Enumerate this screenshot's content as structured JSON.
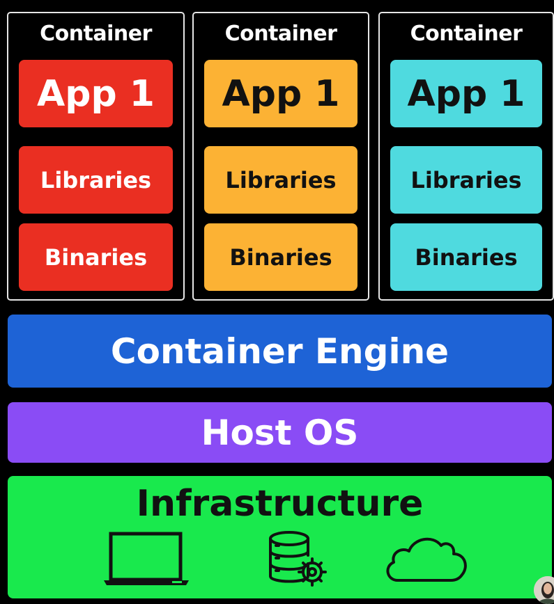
{
  "containers": [
    {
      "title": "Container",
      "app": "App 1",
      "libraries": "Libraries",
      "binaries": "Binaries",
      "color": "#ea2f22",
      "text_color": "#ffffff"
    },
    {
      "title": "Container",
      "app": "App 1",
      "libraries": "Libraries",
      "binaries": "Binaries",
      "color": "#fcb234",
      "text_color": "#111111"
    },
    {
      "title": "Container",
      "app": "App 1",
      "libraries": "Libraries",
      "binaries": "Binaries",
      "color": "#4fdadf",
      "text_color": "#111111"
    }
  ],
  "layers": {
    "engine": {
      "label": "Container Engine",
      "color": "#1e63d6"
    },
    "os": {
      "label": "Host OS",
      "color": "#8a4cf5"
    },
    "infra": {
      "label": "Infrastructure",
      "color": "#19e94d"
    }
  },
  "icons": [
    "laptop-icon",
    "database-gear-icon",
    "cloud-icon"
  ]
}
